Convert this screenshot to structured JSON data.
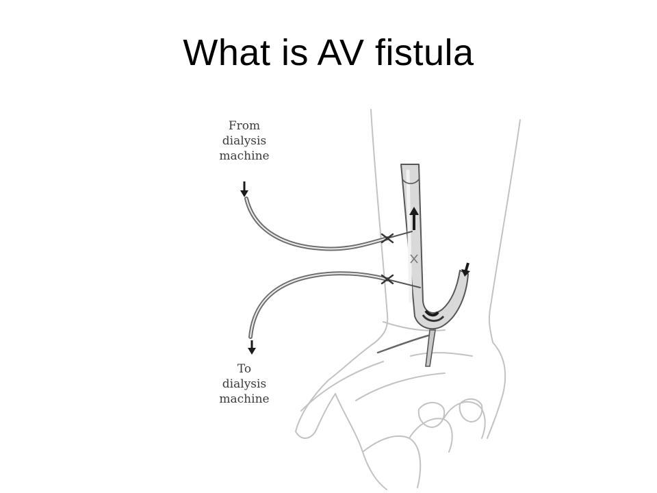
{
  "slide": {
    "title": "What is AV fistula"
  },
  "diagram": {
    "from_label": {
      "line1": "From",
      "line2": "dialysis",
      "line3": "machine"
    },
    "to_label": {
      "line1": "To",
      "line2": "dialysis",
      "line3": "machine"
    },
    "colors": {
      "outline": "#b8b8b8",
      "tube": "#6e6e6e",
      "vessel_fill": "#d9d9d9",
      "arrow": "#1a1a1a"
    }
  }
}
